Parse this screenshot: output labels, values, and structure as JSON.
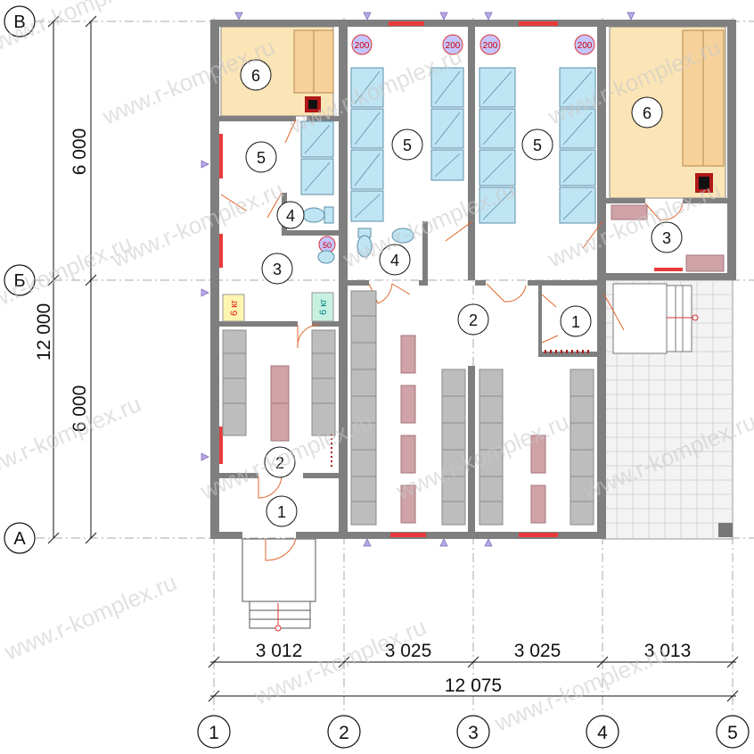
{
  "grid_axes": {
    "rows": [
      {
        "label": "В"
      },
      {
        "label": "Б"
      },
      {
        "label": "А"
      }
    ],
    "columns": [
      {
        "label": "1"
      },
      {
        "label": "2"
      },
      {
        "label": "3"
      },
      {
        "label": "4"
      },
      {
        "label": "5"
      }
    ]
  },
  "dimensions": {
    "vertical": {
      "top": "6 000",
      "bottom": "6 000",
      "total": "12 000"
    },
    "horizontal": {
      "spans": [
        "3 012",
        "3 025",
        "3 025",
        "3 013"
      ],
      "total": "12 075"
    }
  },
  "room_numbers": {
    "entrance": "1",
    "cloakroom": "2",
    "washroom": "3",
    "wc": "4",
    "shower": "5",
    "sauna": "6"
  },
  "equipment_labels": {
    "heater_kw_a": "6 кг",
    "heater_kw_b": "6 кг",
    "boiler_small": "50",
    "boiler_large": "200"
  },
  "watermark": "www.r-komplex.ru",
  "colors": {
    "wall": "#7f7f7f",
    "sauna_floor": "#fbe5b6",
    "shower_tray": "#bfe4f3",
    "bench": "#cfa3a8",
    "locker": "#bdbdbd",
    "window": "#e83a3a",
    "axis_line": "#9a9a9a",
    "boiler": "#c5c5ff"
  }
}
